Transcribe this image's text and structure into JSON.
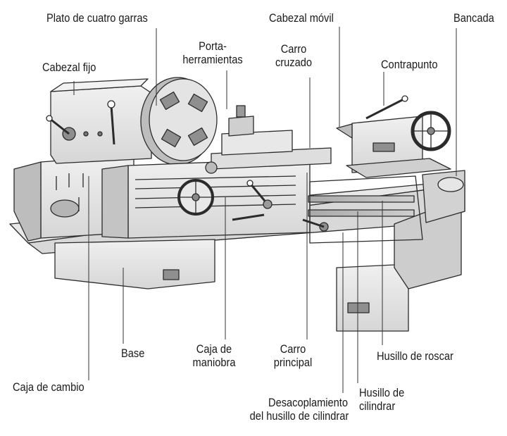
{
  "diagram": {
    "colors": {
      "metal_light": "#e6e6e6",
      "metal_mid": "#c9c9c9",
      "metal_dark": "#9a9a9a",
      "outline": "#2b2b2b",
      "leader": "#333333"
    },
    "labels": {
      "plato": "Plato de cuatro garras",
      "cabezal_fijo": "Cabezal fijo",
      "porta_1": "Porta-",
      "porta_2": "herramientas",
      "cabezal_movil": "Cabezal móvil",
      "carro_cruzado_1": "Carro",
      "carro_cruzado_2": "cruzado",
      "bancada": "Bancada",
      "contrapunto": "Contrapunto",
      "base": "Base",
      "caja_maniobra_1": "Caja de",
      "caja_maniobra_2": "maniobra",
      "carro_principal_1": "Carro",
      "carro_principal_2": "principal",
      "husillo_roscar": "Husillo de roscar",
      "caja_cambio": "Caja de cambio",
      "husillo_cilindrar_1": "Husillo de",
      "husillo_cilindrar_2": "cilindrar",
      "desacoplamiento_1": "Desacoplamiento",
      "desacoplamiento_2": "del husillo de cilindrar"
    }
  }
}
